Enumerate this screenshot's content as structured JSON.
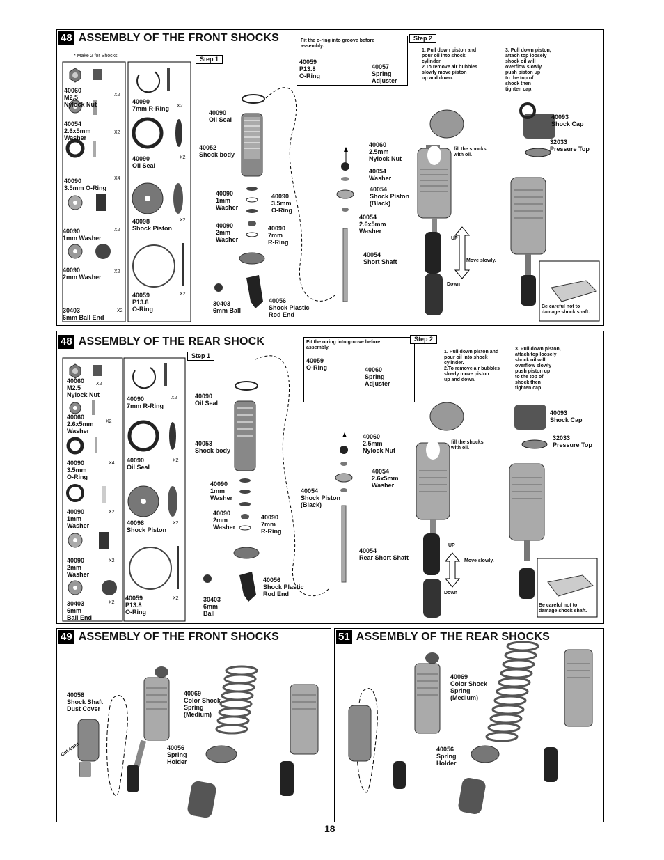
{
  "page_number": "18",
  "s48f": {
    "num": "48",
    "title": "ASSEMBLY OF THE FRONT SHOCKS",
    "make_note": "* Make 2 for Shocks.",
    "step1": "Step 1",
    "step2": "Step 2",
    "fit_note": "Fit the o-ring into groove before\nassembly.",
    "fit_parts": [
      "40059\nP13.8\nO-Ring",
      "40057\nSpring\nAdjuster"
    ],
    "step2_a": "1. Pull down piston and\n    pour oil into shock\n    cylinder.\n2.To remove air bubbles\n   slowly move piston\n   up and down.",
    "step2_b": "3. Pull down piston,\n    attach  top loosely\n    shock oil will\n    overflow slowly\n    push piston up\n    to the top of\n    shock then\n    tighten cap.",
    "fill_note": "fill the shocks\nwith oil.",
    "up": "UP",
    "down": "Down",
    "move": "Move slowly.",
    "careful": "Be careful not to\ndamage shock shaft.",
    "parts_left": [
      "40060\nM2.5\nNylock Nut",
      "40054\n2.6x5mm\nWasher",
      "40090\n3.5mm O-Ring",
      "40090\n1mm Washer",
      "40090\n2mm Washer",
      "30403\n6mm Ball End"
    ],
    "qty_left": [
      "X2",
      "X2",
      "X4",
      "X2",
      "X2",
      "X2"
    ],
    "parts_right": [
      "40090\n7mm R-Ring",
      "40090\nOil Seal",
      "40098\nShock Piston",
      "40059\nP13.8\nO-Ring"
    ],
    "qty_right": [
      "X2",
      "X2",
      "X2",
      "X2"
    ],
    "callouts": [
      "40090\nOil Seal",
      "40052\nShock body",
      "40090\n1mm\nWasher",
      "40090\n3.5mm\nO-Ring",
      "40090\n2mm\nWasher",
      "40090\n7mm\nR-Ring",
      "30403\n6mm Ball",
      "40056\nShock Plastic\nRod End",
      "40060\n2.5mm\nNylock Nut",
      "40054\nWasher",
      "40054\nShock Piston\n(Black)",
      "40054\n2.6x5mm\nWasher",
      "40054\nShort Shaft",
      "40093\nShock Cap",
      "32033\nPressure Top"
    ]
  },
  "s48r": {
    "num": "48",
    "title": "ASSEMBLY OF THE REAR SHOCK",
    "step1": "Step 1",
    "step2": "Step 2",
    "fit_note": "Fit the o-ring into groove before\nassembly.",
    "fit_parts": [
      "40059\nO-Ring",
      "40060\nSpring\nAdjuster"
    ],
    "step2_a": "1. Pull down piston and\n    pour oil into shock\n    cylinder.\n2.To remove air bubbles\n   slowly move piston\n   up and down.",
    "step2_b": "3. Pull down piston,\n    attach  top loosely\n    shock oil will\n    overflow slowly\n    push piston up\n    to the top of\n    shock then\n    tighten cap.",
    "fill_note": "fill the shocks\nwith oil.",
    "up": "UP",
    "down": "Down",
    "move": "Move slowly.",
    "careful": "Be careful not to\ndamage shock shaft.",
    "parts_left": [
      "40060\nM2.5\nNylock Nut",
      "40060\n2.6x5mm\nWasher",
      "40090\n3.5mm\nO-Ring",
      "40090\n1mm\nWasher",
      "40090\n2mm\nWasher",
      "30403\n6mm\nBall End"
    ],
    "qty_left": [
      "X2",
      "X2",
      "X4",
      "X2",
      "X2",
      "X2"
    ],
    "parts_right": [
      "40090\n7mm R-Ring",
      "40090\nOil Seal",
      "40098\nShock Piston",
      "40059\nP13.8\nO-Ring"
    ],
    "qty_right": [
      "X2",
      "X2",
      "X2",
      "X2"
    ],
    "callouts": [
      "40090\nOil Seal",
      "40053\nShock body",
      "40090\n1mm\nWasher",
      "40090\n2mm\nWasher",
      "40090\n7mm\nR-Ring",
      "30403\n6mm\nBall",
      "40056\nShock Plastic\nRod End",
      "40060\n2.5mm\nNylock Nut",
      "40054\nShock Piston\n(Black)",
      "40054\n2.6x5mm\nWasher",
      "40054\nRear Short Shaft",
      "40093\nShock Cap",
      "32033\nPressure Top"
    ]
  },
  "s49": {
    "num": "49",
    "title": "ASSEMBLY OF THE FRONT SHOCKS",
    "callouts": [
      "40058\nShock Shaft\nDust Cover",
      "40069\nColor Shock\nSpring\n(Medium)",
      "40056\nSpring\nHolder"
    ],
    "cut": "Cut 4mm"
  },
  "s51": {
    "num": "51",
    "title": "ASSEMBLY OF THE REAR SHOCKS",
    "callouts": [
      "40069\nColor Shock\nSpring\n(Medium)",
      "40056\nSpring\nHolder"
    ]
  }
}
